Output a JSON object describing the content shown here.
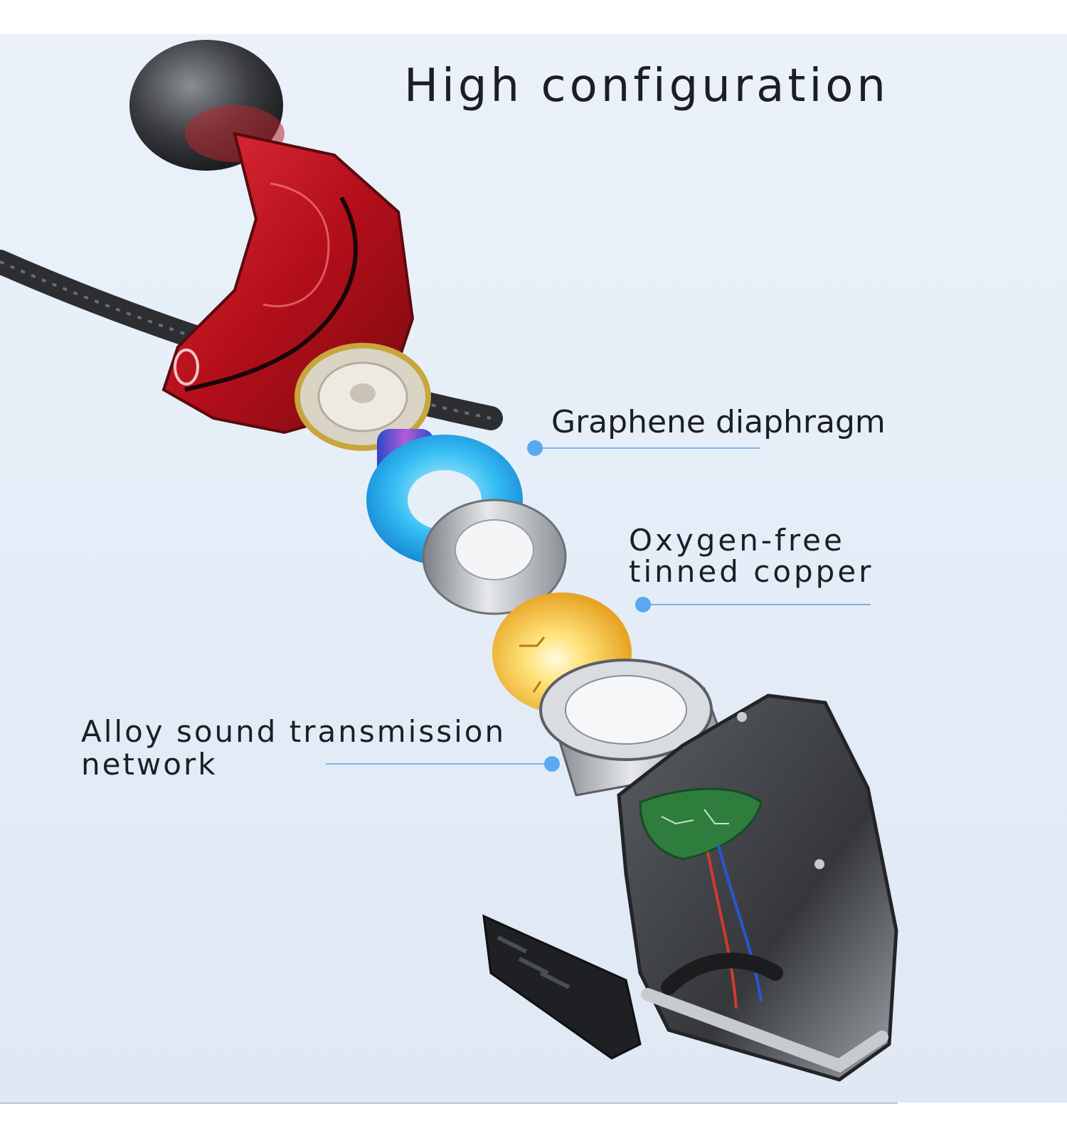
{
  "title": "High configuration",
  "callouts": {
    "graphene": "Graphene diaphragm",
    "copper_line1": "Oxygen-free",
    "copper_line2": "tinned copper",
    "alloy_line1": "Alloy sound transmission",
    "alloy_line2": "network"
  },
  "colors": {
    "background": "#e6eef8",
    "callout_line": "#7eb4e4",
    "callout_dot": "#5aa8f0",
    "shell_red": "#c4141c",
    "ring_blue": "#2fb8f2",
    "disc_gold": "#f6b62c"
  }
}
